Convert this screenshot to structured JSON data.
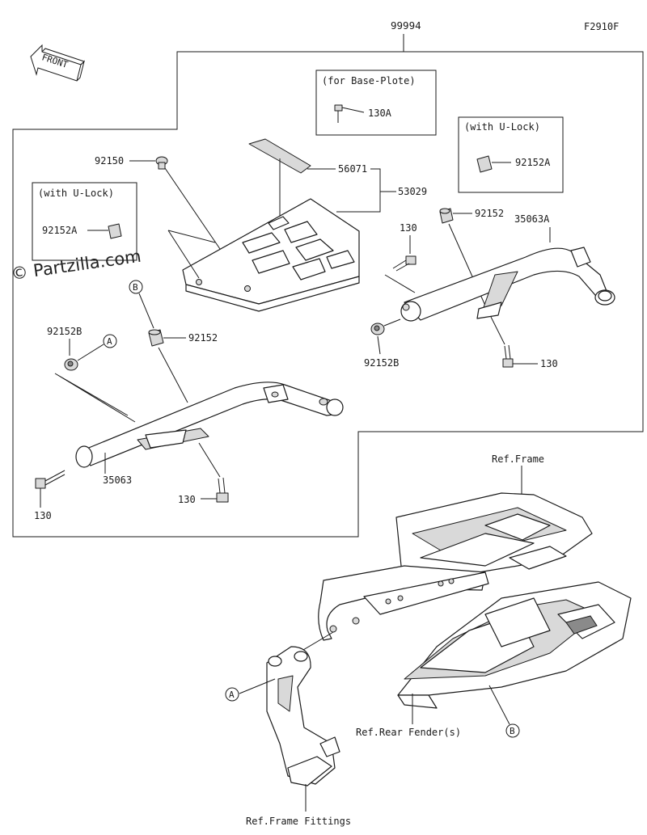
{
  "diagram": {
    "code": "F2910F",
    "assembly_number": "99994",
    "front_label": "FRONT",
    "watermark": "© Partzilla.com",
    "boxes": {
      "base_plate_title": "(for Base-Plote)",
      "u_lock_title": "(with U-Lock)"
    },
    "parts": {
      "p130A": "130A",
      "p92152A_right": "92152A",
      "p92152A_left": "92152A",
      "p92150": "92150",
      "p56071": "56071",
      "p53029": "53029",
      "p130_a": "130",
      "p92152_right": "92152",
      "p35063A": "35063A",
      "p92152B_right": "92152B",
      "p130_b": "130",
      "p92152B_left": "92152B",
      "p92152_left": "92152",
      "p35063": "35063",
      "p130_c": "130",
      "p130_d": "130"
    },
    "refs": {
      "frame": "Ref.Frame",
      "rear_fender": "Ref.Rear Fender(s)",
      "frame_fittings": "Ref.Frame Fittings"
    },
    "callouts": {
      "a1": "A",
      "b1": "B",
      "a2": "A",
      "b2": "B"
    }
  }
}
